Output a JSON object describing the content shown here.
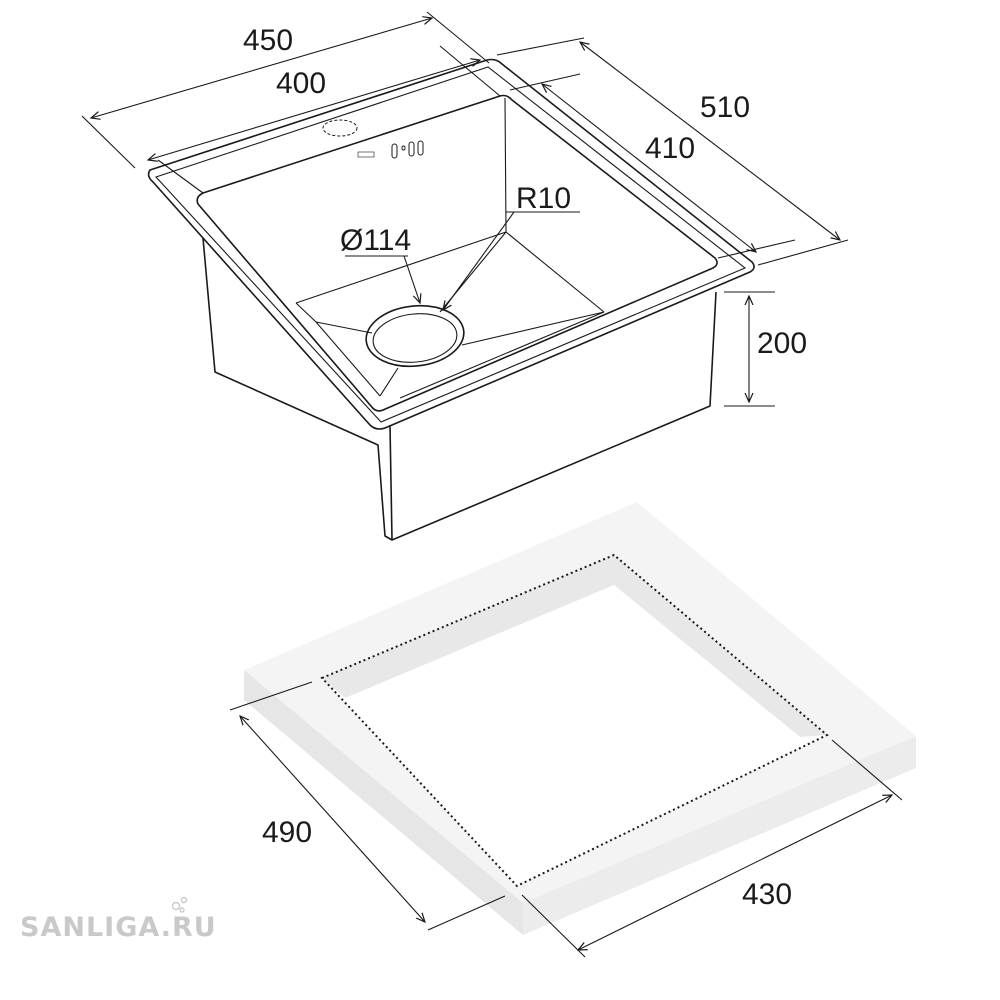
{
  "sink": {
    "dimensions": {
      "width_outer": "450",
      "width_inner": "400",
      "depth_outer": "510",
      "depth_inner": "410",
      "height": "200",
      "drain_diameter": "Ø114",
      "corner_radius": "R10"
    }
  },
  "cutout": {
    "dimensions": {
      "depth": "490",
      "width": "430"
    }
  },
  "watermark": {
    "text": "SANLIGA.RU"
  },
  "colors": {
    "line": "#1a1a1a",
    "board": "#f4f4f4",
    "board_edge": "#e6e6e6",
    "watermark": "#c9c9c9"
  }
}
